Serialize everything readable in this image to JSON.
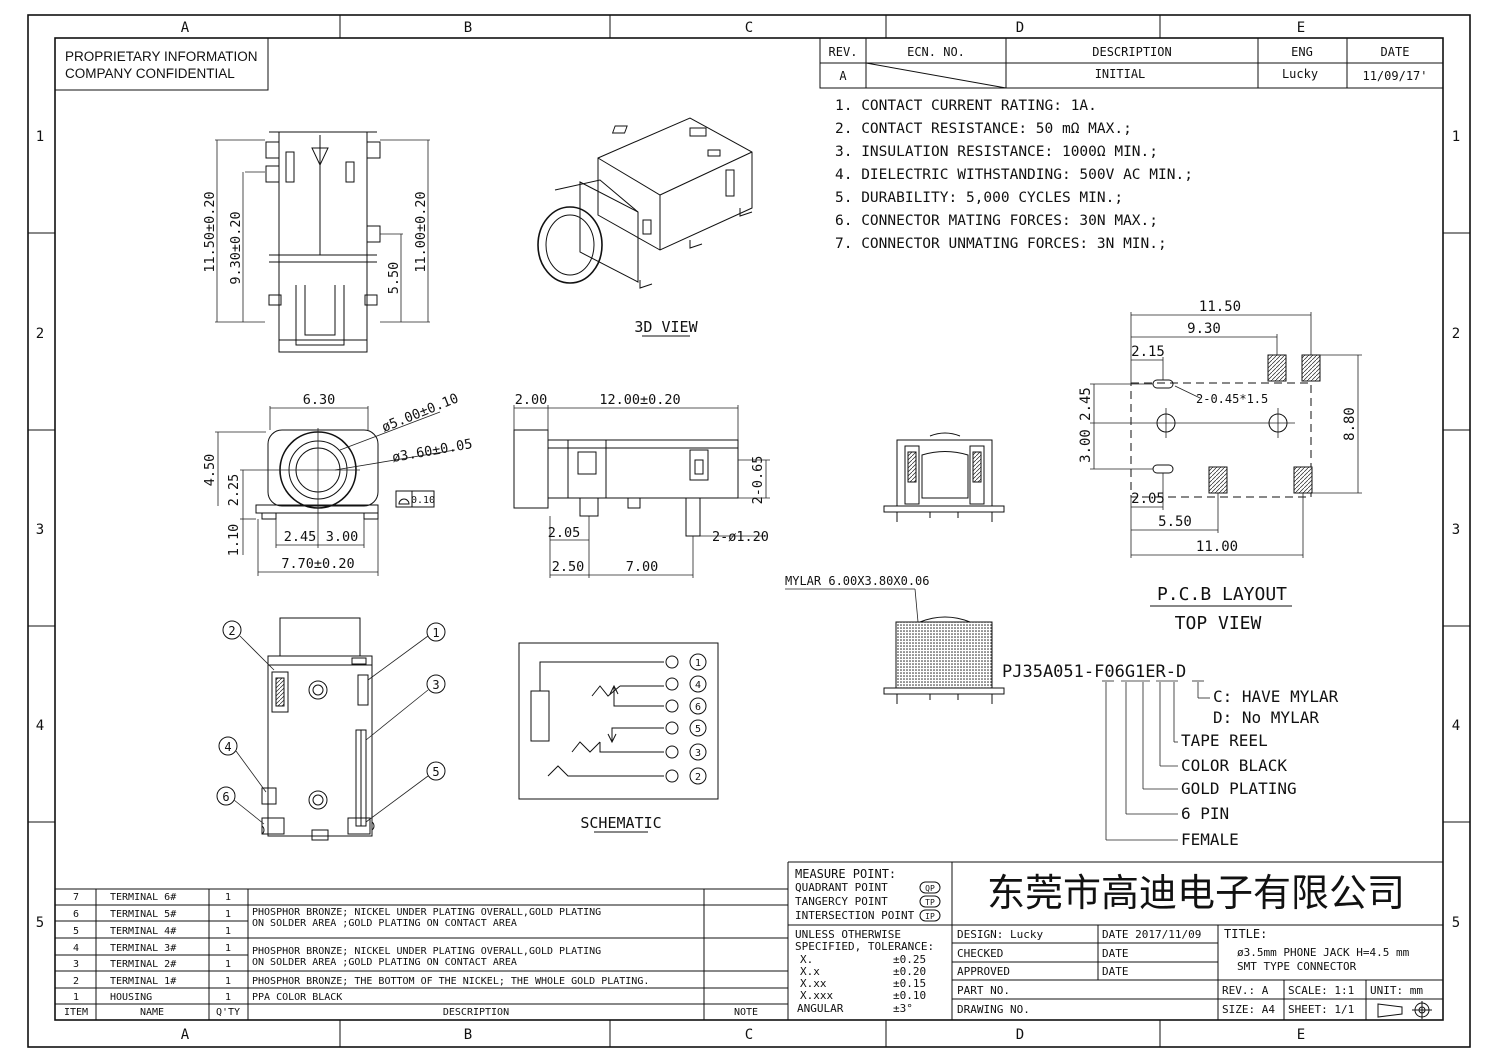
{
  "zones_top": [
    "A",
    "B",
    "C",
    "D",
    "E"
  ],
  "rows_side": [
    "1",
    "2",
    "3",
    "4",
    "5"
  ],
  "proprietary": [
    "PROPRIETARY INFORMATION",
    "COMPANY CONFIDENTIAL"
  ],
  "revision": {
    "headers": [
      "REV.",
      "ECN. NO.",
      "DESCRIPTION",
      "ENG",
      "DATE"
    ],
    "row": [
      "A",
      "",
      "INITIAL",
      "Lucky",
      "11/09/17'"
    ]
  },
  "specs": [
    "1.  CONTACT  CURRENT  RATING:  1A.",
    "2.  CONTACT  RESISTANCE:  50  mΩ  MAX.;",
    "3.  INSULATION  RESISTANCE:  1000Ω  MIN.;",
    "4.  DIELECTRIC  WITHSTANDING:  500V  AC  MIN.;",
    "5.  DURABILITY:  5,000  CYCLES  MIN.;",
    "6.  CONNECTOR  MATING  FORCES:  30N    MAX.;",
    "7.  CONNECTOR  UNMATING  FORCES:  3N  MIN.;"
  ],
  "dims_top": [
    "11.50±0.20",
    "9.30±0.20",
    "11.00±0.20",
    "5.50"
  ],
  "label_3d": "3D VIEW",
  "dims_front": [
    "6.30",
    "ø5.00±0.10",
    "ø3.60±0.05",
    "4.50",
    "2.25",
    "1.10",
    "2.45",
    "3.00",
    "7.70±0.20",
    "0.10"
  ],
  "dims_side": [
    "2.00",
    "12.00±0.20",
    "2-0.65",
    "2.05",
    "2-ø1.20",
    "2.50",
    "7.00"
  ],
  "pcb": {
    "dims": [
      "11.50",
      "9.30",
      "2.15",
      "2-0.45*1.5",
      "2.45",
      "3.00",
      "8.80",
      "2.05",
      "5.50",
      "11.00"
    ],
    "title": "P.C.B LAYOUT",
    "subtitle": "TOP VIEW"
  },
  "mylar": "MYLAR  6.00X3.80X0.06",
  "pins": [
    "1",
    "2",
    "3",
    "4",
    "5",
    "6"
  ],
  "schematic_pins": [
    "1",
    "4",
    "6",
    "5",
    "3",
    "2"
  ],
  "label_schematic": "SCHEMATIC",
  "part_number": "PJ35A051-F06G1ER-D",
  "part_legend": [
    "C: HAVE  MYLAR",
    "D: No  MYLAR",
    "TAPE  REEL",
    "COLOR  BLACK",
    "GOLD  PLATING",
    "6  PIN",
    "FEMALE"
  ],
  "measure": {
    "title": "MEASURE  POINT:",
    "items": [
      [
        "QUADRANT  POINT",
        "QP"
      ],
      [
        "TANGERCY  POINT",
        "TP"
      ],
      [
        "INTERSECTION  POINT",
        "IP"
      ]
    ]
  },
  "tolerance": {
    "title": [
      "UNLESS  OTHERWISE",
      "SPECIFIED,  TOLERANCE:"
    ],
    "rows": [
      [
        "X.",
        "±0.25"
      ],
      [
        "X.x",
        "±0.20"
      ],
      [
        "X.xx",
        "±0.15"
      ],
      [
        "X.xxx",
        "±0.10"
      ],
      [
        "ANGULAR",
        "±3°"
      ]
    ]
  },
  "company": "东莞市高迪电子有限公司",
  "info": {
    "design": "DESIGN:  Lucky",
    "date1": "DATE  2017/11/09",
    "checked": "CHECKED",
    "date2": "DATE",
    "approved": "APPROVED",
    "date3": "DATE",
    "part_no": "PART  NO.",
    "drawing_no": "DRAWING  NO.",
    "title_label": "TITLE:",
    "title_1": "ø3.5mm  PHONE  JACK  H=4.5  mm",
    "title_2": "SMT  TYPE  CONNECTOR",
    "rev": "REV.:  A",
    "scale": "SCALE:  1:1",
    "unit": "UNIT:  mm",
    "size": "SIZE:  A4",
    "sheet": "SHEET:  1/1"
  },
  "bom": {
    "headers": [
      "ITEM",
      "NAME",
      "Q'TY",
      "DESCRIPTION",
      "NOTE"
    ],
    "rows": [
      [
        "7",
        "TERMINAL  6#",
        "1"
      ],
      [
        "6",
        "TERMINAL  5#",
        "1"
      ],
      [
        "5",
        "TERMINAL  4#",
        "1"
      ],
      [
        "4",
        "TERMINAL  3#",
        "1"
      ],
      [
        "3",
        "TERMINAL  2#",
        "1"
      ],
      [
        "2",
        "TERMINAL  1#",
        "1"
      ],
      [
        "1",
        "HOUSING",
        "1"
      ]
    ],
    "desc_a": [
      "PHOSPHOR  BRONZE;  NICKEL  UNDER  PLATING  OVERALL,GOLD  PLATING",
      "ON  SOLDER  AREA  ;GOLD  PLATING  ON  CONTACT  AREA"
    ],
    "desc_b": [
      "PHOSPHOR  BRONZE;  NICKEL  UNDER  PLATING  OVERALL,GOLD  PLATING",
      "ON  SOLDER  AREA  ;GOLD  PLATING  ON  CONTACT  AREA"
    ],
    "desc_c": "PHOSPHOR  BRONZE;  THE  BOTTOM  OF  THE  NICKEL;  THE  WHOLE  GOLD  PLATING.",
    "desc_d": "PPA    COLOR  BLACK"
  }
}
